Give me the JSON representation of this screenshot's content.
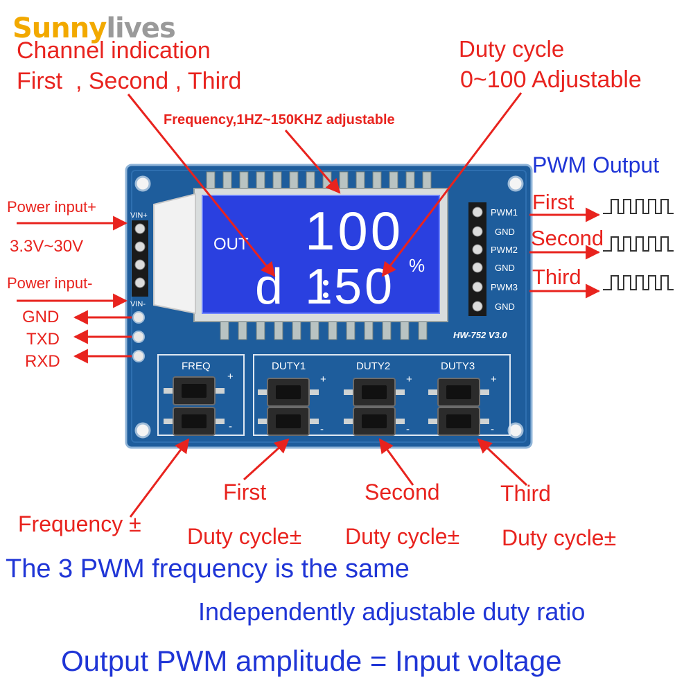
{
  "brand": {
    "part1": "Sunny",
    "part2": "lives"
  },
  "annotations": {
    "channel_indication": "Channel indication",
    "channel_order": "First  , Second , Third",
    "duty_cycle": "Duty cycle",
    "duty_range": "0~100 Adjustable",
    "frequency_range": "Frequency,1HZ~150KHZ adjustable",
    "pwm_output": "PWM Output",
    "out_first": "First",
    "out_second": "Second",
    "out_third": "Third",
    "power_plus": "Power input+",
    "voltage": "3.3V~30V",
    "power_minus": "Power input-",
    "gnd": "GND",
    "txd": "TXD",
    "rxd": "RXD",
    "btn_first": "First",
    "btn_second": "Second",
    "btn_third": "Third",
    "freq_pm": "Frequency ±",
    "duty_pm_1": "Duty cycle±",
    "duty_pm_2": "Duty cycle±",
    "duty_pm_3": "Duty cycle±"
  },
  "notes": {
    "line1": "The 3 PWM frequency is the same",
    "line2": "Independently adjustable duty ratio",
    "line3": "Output PWM amplitude = Input voltage"
  },
  "board": {
    "model": "HW-752 V3.0",
    "vin_plus": "VIN+",
    "vin_minus": "VIN-",
    "pins": [
      "PWM1",
      "GND",
      "PWM2",
      "GND",
      "PWM3",
      "GND"
    ],
    "buttons": [
      "FREQ",
      "DUTY1",
      "DUTY2",
      "DUTY3"
    ],
    "plus": "+",
    "minus": "-"
  },
  "lcd": {
    "out_label": "OUT",
    "frequency_value": "100",
    "channel_letter": "d",
    "channel_number": "1",
    "duty_value": "50",
    "percent": "%"
  },
  "colors": {
    "annotation_red": "#e8231e",
    "note_blue": "#1f35d6",
    "pcb_blue": "#1e5d9c",
    "lcd_blue": "#2a40e0"
  }
}
